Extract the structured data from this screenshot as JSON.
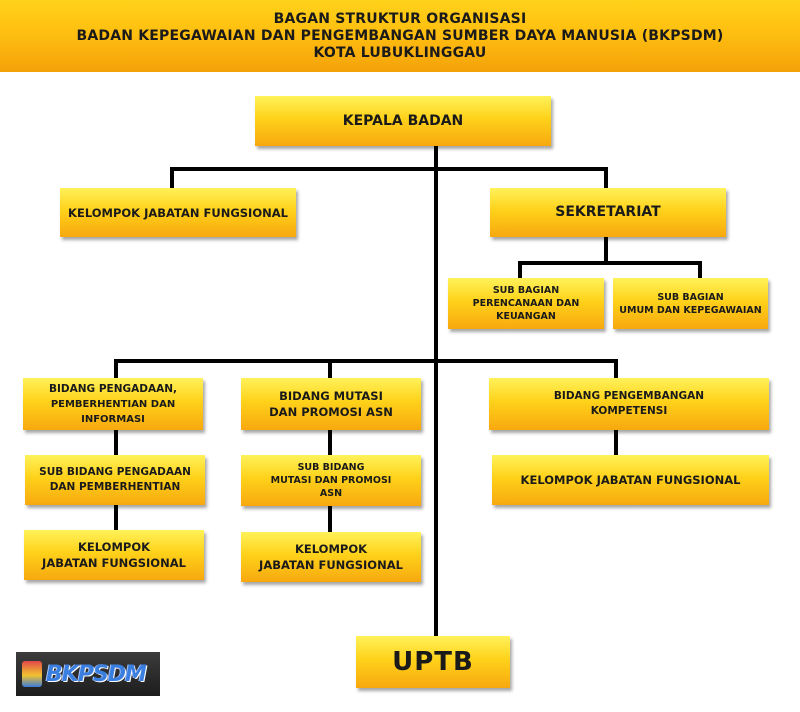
{
  "header": {
    "line1": "BAGAN STRUKTUR ORGANISASI",
    "line2": "BADAN KEPEGAWAIAN DAN PENGEMBANGAN SUMBER DAYA MANUSIA (BKPSDM)",
    "line3": "KOTA LUBUKLINGGAU"
  },
  "nodes": {
    "kepala": "KEPALA BADAN",
    "kjf_top": "KELOMPOK JABATAN FUNGSIONAL",
    "sekretariat": "SEKRETARIAT",
    "sub_perencanaan": [
      "SUB BAGIAN",
      "PERENCANAAN DAN KEUANGAN"
    ],
    "sub_umum": [
      "SUB BAGIAN",
      "UMUM DAN KEPEGAWAIAN"
    ],
    "bidang_pengadaan": [
      "BIDANG PENGADAAN,",
      "PEMBERHENTIAN DAN INFORMASI"
    ],
    "bidang_mutasi": [
      "BIDANG MUTASI",
      "DAN PROMOSI ASN"
    ],
    "bidang_pengembangan": [
      "BIDANG PENGEMBANGAN",
      "KOMPETENSI"
    ],
    "subbid_pengadaan": [
      "SUB BIDANG PENGADAAN",
      "DAN PEMBERHENTIAN"
    ],
    "subbid_mutasi": [
      "SUB BIDANG",
      "MUTASI DAN PROMOSI",
      "ASN"
    ],
    "kjf_pengembangan": "KELOMPOK JABATAN FUNGSIONAL",
    "kjf_pengadaan": [
      "KELOMPOK",
      "JABATAN FUNGSIONAL"
    ],
    "kjf_mutasi": [
      "KELOMPOK",
      "JABATAN FUNGSIONAL"
    ],
    "uptb": "UPTB"
  },
  "logo": {
    "text": "BKPSDM"
  },
  "colors": {
    "box_top": "#fff25a",
    "box_mid": "#ffd21a",
    "box_bottom": "#f7a80f",
    "line": "#000000"
  }
}
